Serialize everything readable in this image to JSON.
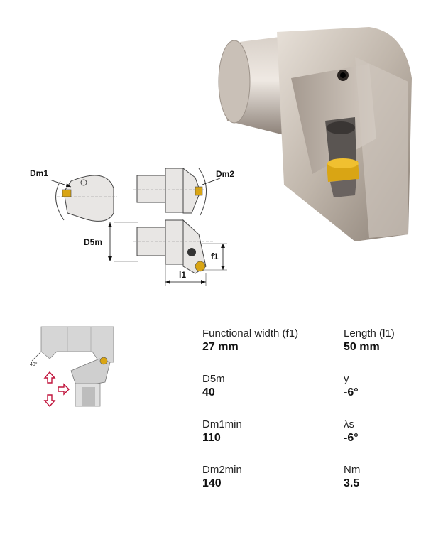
{
  "drawing_labels": {
    "dm1": "Dm1",
    "dm2": "Dm2",
    "d5m": "D5m",
    "f1": "f1",
    "l1": "l1",
    "angle": "40°"
  },
  "specs": [
    {
      "label": "Functional width (f1)",
      "value": "27 mm"
    },
    {
      "label": "Length (l1)",
      "value": "50 mm"
    },
    {
      "label": "D5m",
      "value": "40"
    },
    {
      "label": "y",
      "value": "-6°"
    },
    {
      "label": "Dm1min",
      "value": "110"
    },
    {
      "label": "λs",
      "value": "-6°"
    },
    {
      "label": "Dm2min",
      "value": "140"
    },
    {
      "label": "Nm",
      "value": "3.5"
    }
  ],
  "colors": {
    "metal": "#b9afa5",
    "insert": "#d9a514",
    "arrow": "#c0143c"
  }
}
